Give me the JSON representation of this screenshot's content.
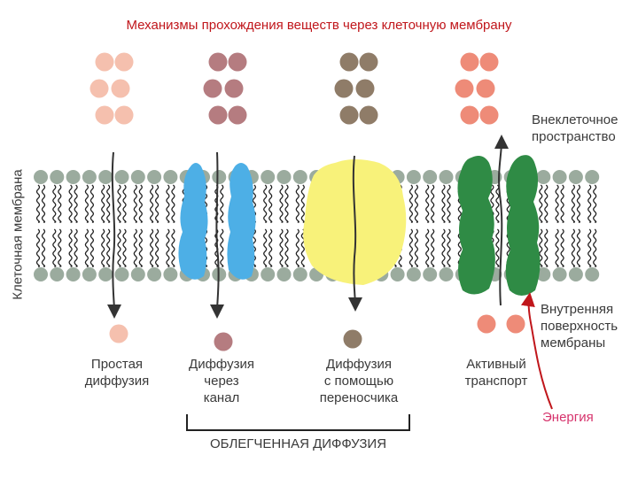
{
  "title": "Механизмы прохождения веществ через клеточную мембрану",
  "membrane_side_label": "Клеточная мембрана",
  "labels": {
    "extracellular_line1": "Внеклеточное",
    "extracellular_line2": "пространство",
    "inner_line1": "Внутренняя",
    "inner_line2": "поверхность",
    "inner_line3": "мембраны",
    "energy": "Энергия",
    "facilitated": "ОБЛЕГЧЕННАЯ ДИФФУЗИЯ"
  },
  "mechanisms": [
    {
      "line1": "Простая",
      "line2": "диффузия",
      "line3": ""
    },
    {
      "line1": "Диффузия",
      "line2": "через",
      "line3": "канал"
    },
    {
      "line1": "Диффузия",
      "line2": "с помощью",
      "line3": "переносчика"
    },
    {
      "line1": "Активный",
      "line2": "транспорт",
      "line3": ""
    }
  ],
  "colors": {
    "title": "#c0161b",
    "energy": "#d6336c",
    "simple_particle": "#f5c0ae",
    "channel_particle": "#b57c80",
    "carrier_particle": "#8f7c68",
    "active_particle": "#ee8b78",
    "lipid_head": "#9bab9e",
    "channel_protein": "#4dafe6",
    "carrier_protein": "#f8f27a",
    "pump_protein": "#2f8b45"
  }
}
